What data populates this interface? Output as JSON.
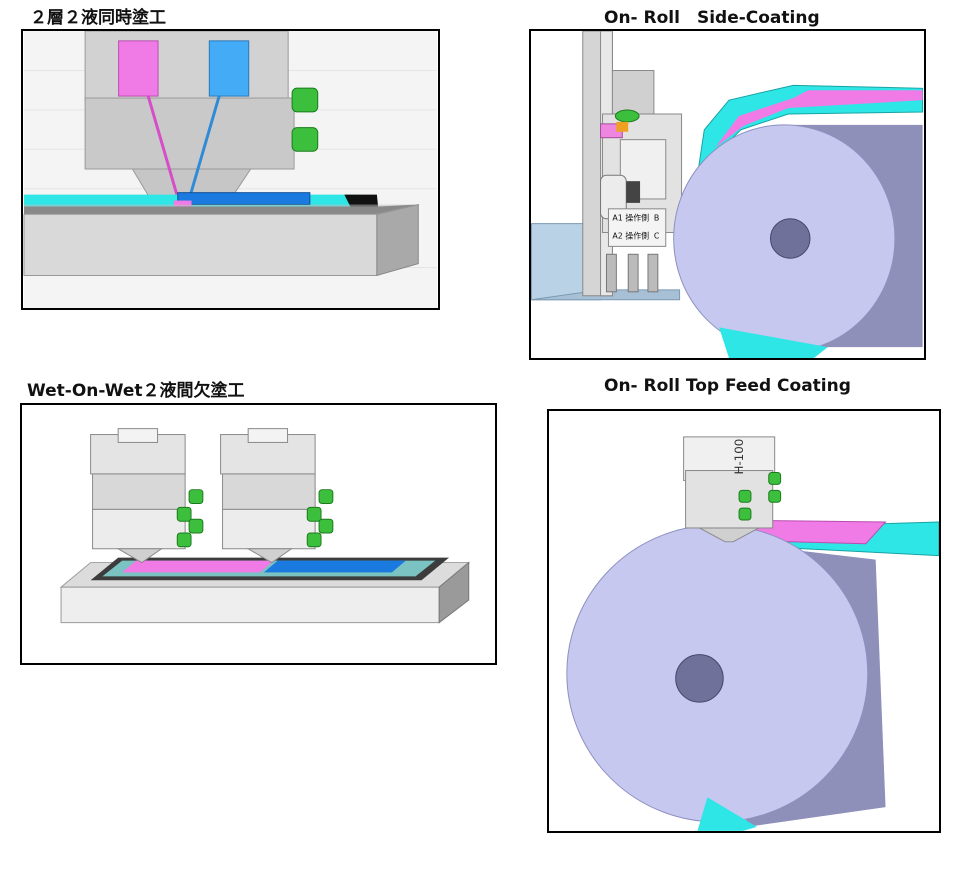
{
  "panels": [
    {
      "id": "two-layer",
      "title": "２層２液同時塗工"
    },
    {
      "id": "side-coating",
      "title": "On- Roll　Side-Coating"
    },
    {
      "id": "wet-on-wet",
      "title": "Wet-On-Wet２液間欠塗工"
    },
    {
      "id": "top-feed",
      "title": "On- Roll Top Feed Coating"
    }
  ],
  "machine_labels": {
    "a1": "A1 操作側",
    "a2": "A2 操作側",
    "b": "B",
    "c": "C",
    "die_mark": "H-100"
  },
  "colors": {
    "magenta": "#f07ae6",
    "blue": "#3a9ef5",
    "cyan": "#2ee6e6",
    "steel": "#c8c8c8",
    "roll": "#c6c8f0",
    "bolt": "#3cbf3c"
  }
}
